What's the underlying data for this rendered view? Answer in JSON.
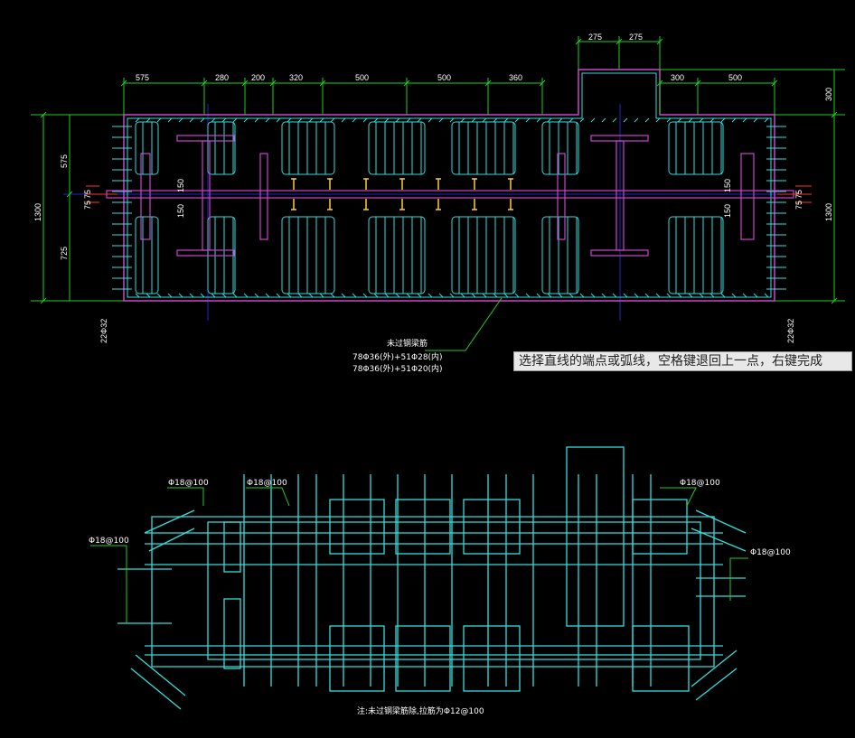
{
  "colors": {
    "background": "#000000",
    "dimension": "#22cc22",
    "rebar": "#33dddd",
    "steel": "#cc44cc",
    "axis": "#2222cc",
    "link": "#ffcc33",
    "section_cut": "#ff3333"
  },
  "top_drawing": {
    "dims_top": [
      "575",
      "280",
      "200",
      "320",
      "500",
      "500",
      "360"
    ],
    "dims_top_right": [
      "300",
      "500"
    ],
    "dims_notch": [
      "275",
      "275"
    ],
    "dims_left": [
      "575",
      "725"
    ],
    "dim_left_total": "1300",
    "dim_right_total": "1300",
    "dim_right_top": "300",
    "left_small": [
      "75",
      "75"
    ],
    "right_small": [
      "75",
      "75"
    ],
    "web_left": [
      "150",
      "150"
    ],
    "web_right": [
      "150",
      "150"
    ],
    "side_bar_left": "22Φ32",
    "side_bar_right": "22Φ32",
    "callout_title": "未过钢梁筋",
    "callout_line1": "78Φ36(外)+51Φ28(内)",
    "callout_line2": "78Φ36(外)+51Φ20(内)"
  },
  "bottom_drawing": {
    "labels": [
      "Φ18@100",
      "Φ18@100",
      "Φ18@100",
      "Φ18@100",
      "Φ18@100"
    ],
    "note": "注:未过钢梁筋除,拉筋为Φ12@100"
  },
  "command_prompt": "选择直线的端点或弧线，空格键退回上一点，右键完成"
}
